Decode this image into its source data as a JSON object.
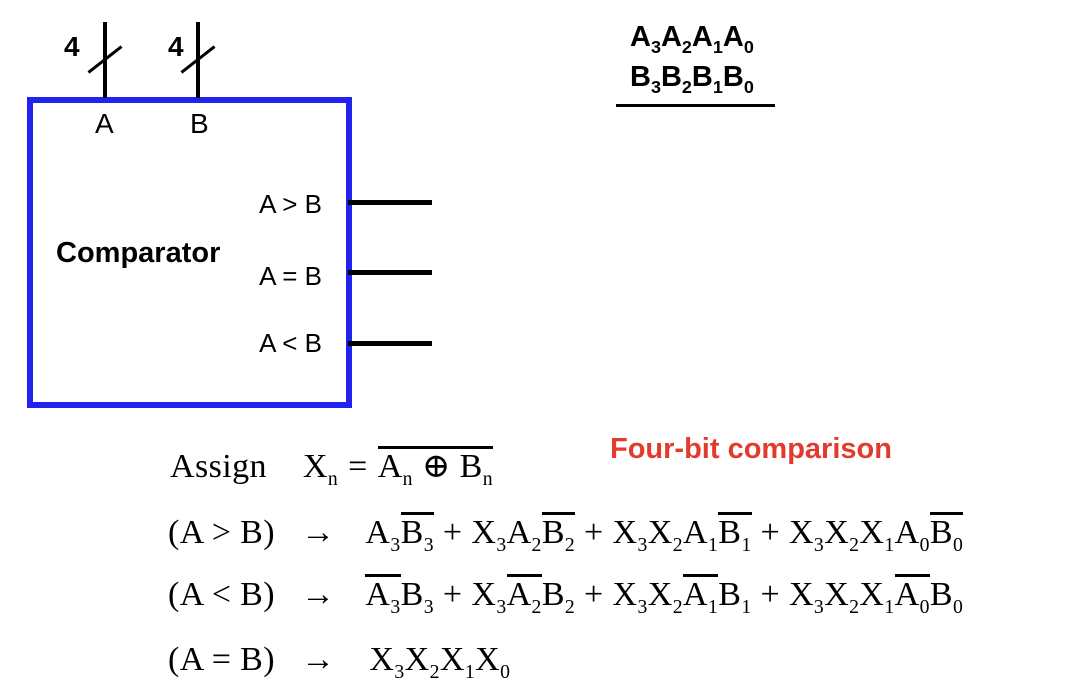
{
  "colors": {
    "box_border": "#2222ee",
    "line": "#000000",
    "annotation_red": "#e23b2e",
    "ink": "#000000",
    "background": "#ffffff"
  },
  "diagram": {
    "block_label": "Comparator",
    "inputs": [
      {
        "bus_width": "4",
        "label": "A"
      },
      {
        "bus_width": "4",
        "label": "B"
      }
    ],
    "outputs": [
      {
        "label": "A > B"
      },
      {
        "label": "A = B"
      },
      {
        "label": "A < B"
      }
    ]
  },
  "operands": {
    "a_tokens": [
      [
        "v",
        "A",
        "3"
      ],
      [
        "v",
        "A",
        "2"
      ],
      [
        "v",
        "A",
        "1"
      ],
      [
        "v",
        "A",
        "0"
      ]
    ],
    "b_tokens": [
      [
        "v",
        "B",
        "3"
      ],
      [
        "v",
        "B",
        "2"
      ],
      [
        "v",
        "B",
        "1"
      ],
      [
        "v",
        "B",
        "0"
      ]
    ]
  },
  "annotation": {
    "text": "Four-bit comparison"
  },
  "equations": [
    {
      "name": "assign",
      "tokens": [
        [
          "t",
          "Assign"
        ],
        [
          "gap",
          36
        ],
        [
          "v",
          "X",
          "n"
        ],
        [
          "gap",
          10
        ],
        [
          "t",
          "="
        ],
        [
          "gap",
          10
        ],
        [
          "ov",
          [
            [
              "v",
              "A",
              "n"
            ],
            [
              "t",
              " ⊕ "
            ],
            [
              "v",
              "B",
              "n"
            ]
          ]
        ]
      ]
    },
    {
      "name": "a-greater-b",
      "tokens": [
        [
          "t",
          "(A > B)"
        ],
        [
          "gap",
          26
        ],
        [
          "arrow"
        ],
        [
          "gap",
          30
        ],
        [
          "v",
          "A",
          "3"
        ],
        [
          "ov",
          [
            [
              "v",
              "B",
              "3"
            ]
          ]
        ],
        [
          "t",
          " + "
        ],
        [
          "v",
          "X",
          "3"
        ],
        [
          "v",
          "A",
          "2"
        ],
        [
          "ov",
          [
            [
              "v",
              "B",
              "2"
            ]
          ]
        ],
        [
          "t",
          " + "
        ],
        [
          "v",
          "X",
          "3"
        ],
        [
          "v",
          "X",
          "2"
        ],
        [
          "v",
          "A",
          "1"
        ],
        [
          "ov",
          [
            [
              "v",
              "B",
              "1"
            ]
          ]
        ],
        [
          "t",
          " + "
        ],
        [
          "v",
          "X",
          "3"
        ],
        [
          "v",
          "X",
          "2"
        ],
        [
          "v",
          "X",
          "1"
        ],
        [
          "v",
          "A",
          "0"
        ],
        [
          "ov",
          [
            [
              "v",
              "B",
              "0"
            ]
          ]
        ]
      ]
    },
    {
      "name": "a-less-b",
      "tokens": [
        [
          "t",
          "(A < B)"
        ],
        [
          "gap",
          26
        ],
        [
          "arrow"
        ],
        [
          "gap",
          30
        ],
        [
          "ov",
          [
            [
              "v",
              "A",
              "3"
            ]
          ]
        ],
        [
          "v",
          "B",
          "3"
        ],
        [
          "t",
          " + "
        ],
        [
          "v",
          "X",
          "3"
        ],
        [
          "ov",
          [
            [
              "v",
              "A",
              "2"
            ]
          ]
        ],
        [
          "v",
          "B",
          "2"
        ],
        [
          "t",
          " + "
        ],
        [
          "v",
          "X",
          "3"
        ],
        [
          "v",
          "X",
          "2"
        ],
        [
          "ov",
          [
            [
              "v",
              "A",
              "1"
            ]
          ]
        ],
        [
          "v",
          "B",
          "1"
        ],
        [
          "t",
          " + "
        ],
        [
          "v",
          "X",
          "3"
        ],
        [
          "v",
          "X",
          "2"
        ],
        [
          "v",
          "X",
          "1"
        ],
        [
          "ov",
          [
            [
              "v",
              "A",
              "0"
            ]
          ]
        ],
        [
          "v",
          "B",
          "0"
        ]
      ]
    },
    {
      "name": "a-equal-b",
      "tokens": [
        [
          "t",
          "(A = B)"
        ],
        [
          "gap",
          26
        ],
        [
          "arrow"
        ],
        [
          "gap",
          34
        ],
        [
          "v",
          "X",
          "3"
        ],
        [
          "v",
          "X",
          "2"
        ],
        [
          "v",
          "X",
          "1"
        ],
        [
          "v",
          "X",
          "0"
        ]
      ]
    }
  ]
}
